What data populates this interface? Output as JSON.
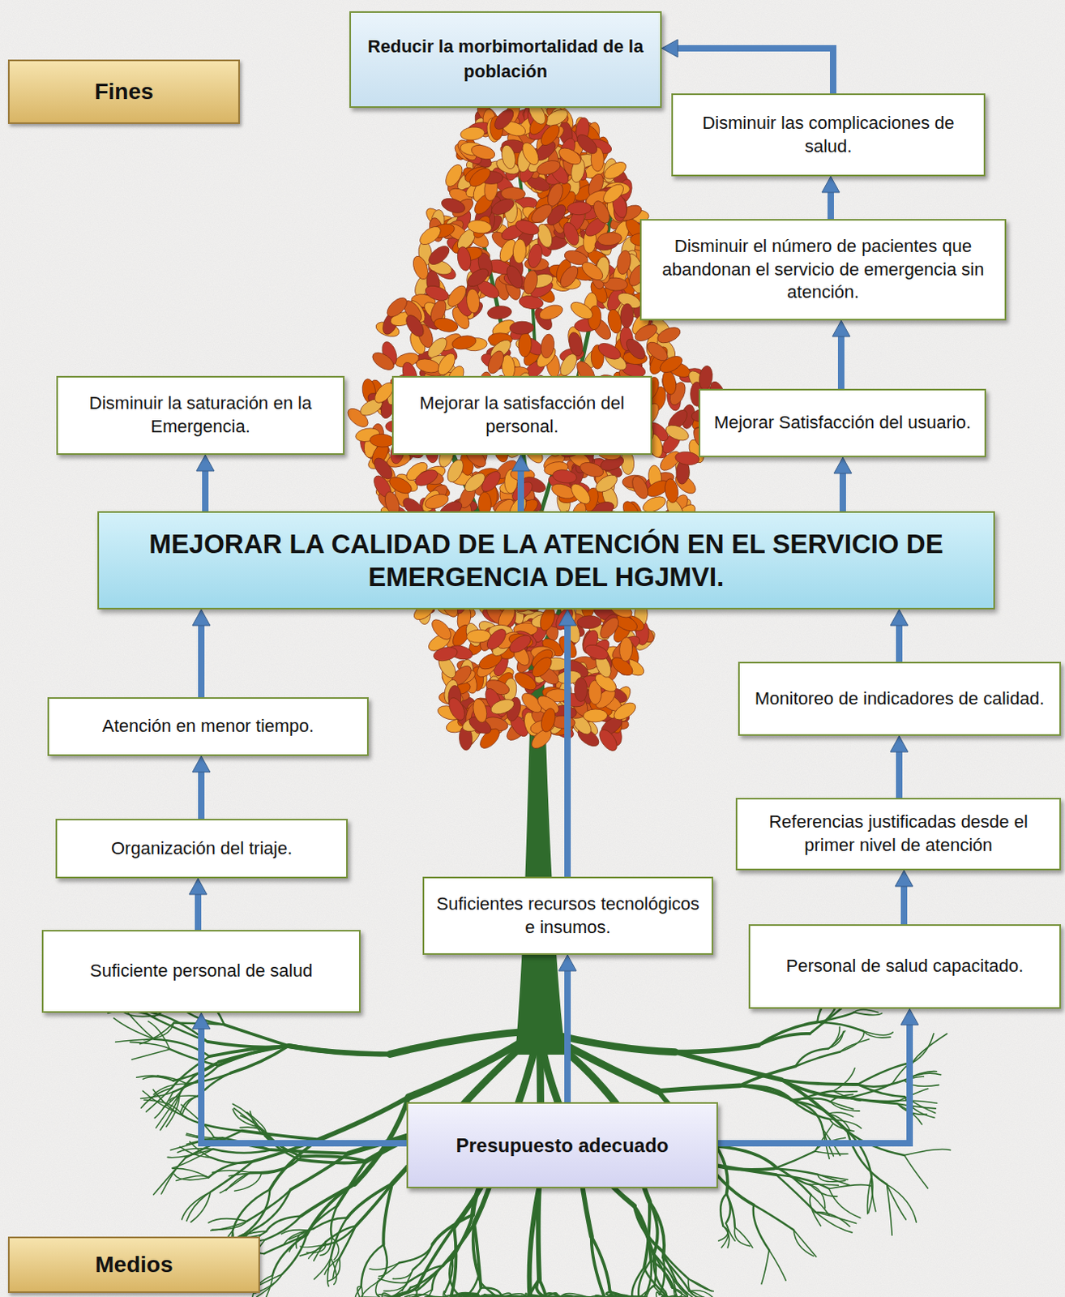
{
  "diagram": {
    "nodes": [
      {
        "text": [
          "Fines"
        ]
      },
      {
        "text": [
          "Reducir la morbimortalidad de la población"
        ]
      },
      {
        "text": [
          "Disminuir las complicaciones de salud."
        ]
      },
      {
        "text": [
          "Disminuir el número de pacientes que abandonan el servicio de emergencia sin atención."
        ]
      },
      {
        "text": [
          "Disminuir la saturación en la Emergencia."
        ]
      },
      {
        "text": [
          "Mejorar la satisfacción del personal."
        ]
      },
      {
        "text": [
          "Mejorar Satisfacción del usuario."
        ]
      },
      {
        "text": [
          "MEJORAR LA CALIDAD DE LA ATENCIÓN EN EL SERVICIO DE EMERGENCIA DEL HGJMVI."
        ]
      },
      {
        "text": [
          "Monitoreo de indicadores de calidad."
        ]
      },
      {
        "text": [
          "Atención en menor tiempo."
        ]
      },
      {
        "text": [
          "Referencias justificadas desde el primer nivel de atención"
        ]
      },
      {
        "text": [
          "Organización del triaje."
        ]
      },
      {
        "text": [
          "Suficientes recursos tecnológicos e insumos."
        ]
      },
      {
        "text": [
          "Suficiente personal de salud"
        ]
      },
      {
        "text": [
          "Personal de salud capacitado."
        ]
      },
      {
        "text": [
          "Presupuesto adecuado"
        ]
      },
      {
        "text": [
          "Medios"
        ]
      }
    ],
    "edges": [
      {
        "from": 2,
        "to": 1,
        "arrow": "to"
      },
      {
        "from": 3,
        "to": 2,
        "arrow": "to"
      },
      {
        "from": 6,
        "to": 3,
        "arrow": "to"
      },
      {
        "from": 7,
        "to": 4,
        "arrow": "to"
      },
      {
        "from": 7,
        "to": 5,
        "arrow": "to"
      },
      {
        "from": 7,
        "to": 6,
        "arrow": "to"
      },
      {
        "from": 9,
        "to": 7,
        "arrow": "to"
      },
      {
        "from": 11,
        "to": 9,
        "arrow": "to"
      },
      {
        "from": 13,
        "to": 11,
        "arrow": "to"
      },
      {
        "from": 12,
        "to": 7,
        "arrow": "to"
      },
      {
        "from": 8,
        "to": 7,
        "arrow": "to"
      },
      {
        "from": 10,
        "to": 8,
        "arrow": "to"
      },
      {
        "from": 14,
        "to": 10,
        "arrow": "to"
      },
      {
        "from": 15,
        "to": 13,
        "arrow": "to"
      },
      {
        "from": 15,
        "to": 12,
        "arrow": "to"
      },
      {
        "from": 15,
        "to": 14,
        "arrow": "to"
      }
    ]
  }
}
